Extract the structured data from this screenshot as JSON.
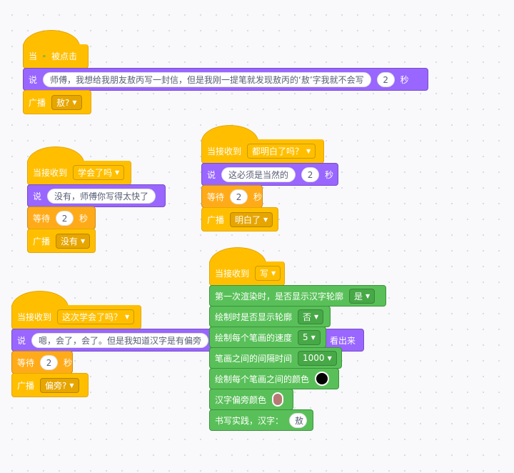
{
  "colors": {
    "events": "#ffbf00",
    "looks": "#9966ff",
    "control": "#ffab19",
    "pen": "#59c059",
    "pen_color_value": "#000000",
    "radical_color_value": "#b57a74"
  },
  "script1": {
    "hat": {
      "when": "当",
      "clicked": "被点击",
      "icon": "green-flag-icon"
    },
    "say": {
      "label": "说",
      "message": "师傅，我想给我朋友敖丙写一封信，但是我刚一提笔就发现敖丙的‘敖’字我就不会写",
      "secs_value": "2",
      "secs_label": "秒"
    },
    "broadcast": {
      "label": "广播",
      "message": "敖?"
    }
  },
  "script2": {
    "hat": {
      "label": "当接收到",
      "message": "学会了吗"
    },
    "say": {
      "label": "说",
      "message": "没有，师傅你写得太快了"
    },
    "wait": {
      "label": "等待",
      "value": "2",
      "unit": "秒"
    },
    "broadcast": {
      "label": "广播",
      "message": "没有"
    }
  },
  "script3": {
    "hat": {
      "label": "当接收到",
      "message": "都明白了吗？"
    },
    "say": {
      "label": "说",
      "message": "这必须是当然的",
      "secs_value": "2",
      "secs_label": "秒"
    },
    "wait": {
      "label": "等待",
      "value": "2",
      "unit": "秒"
    },
    "broadcast": {
      "label": "广播",
      "message": "明白了"
    }
  },
  "script4": {
    "hat": {
      "label": "当接收到",
      "message": "这次学会了吗？"
    },
    "say": {
      "label": "说",
      "message": "嗯，会了，会了。但是我知道汉字是有偏旁",
      "tail": "看出来"
    },
    "wait": {
      "label": "等待",
      "value": "2",
      "unit": "秒"
    },
    "broadcast": {
      "label": "广播",
      "message": "偏旁?"
    }
  },
  "script5": {
    "hat": {
      "label": "当接收到",
      "message": "写"
    },
    "outline_first": {
      "label": "第一次渲染时，是否显示汉字轮廓",
      "value": "是"
    },
    "outline_draw": {
      "label": "绘制时是否显示轮廓",
      "value": "否"
    },
    "stroke_speed": {
      "label": "绘制每个笔画的速度",
      "value": "5"
    },
    "stroke_interval": {
      "label": "笔画之间的间隔时间",
      "value": "1000"
    },
    "stroke_color": {
      "label": "绘制每个笔画之间的颜色"
    },
    "radical_color": {
      "label": "汉字偏旁颜色"
    },
    "practice": {
      "label": "书写实践，汉字：",
      "value": "敖"
    }
  }
}
